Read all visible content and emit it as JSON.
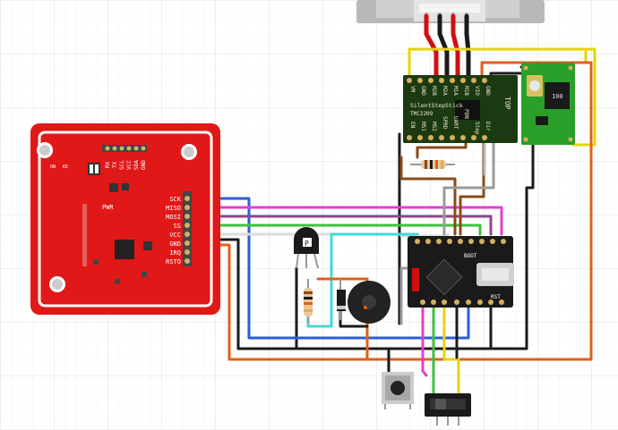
{
  "rfid_module": {
    "pin_labels": [
      "SCK",
      "MISO",
      "MOSI",
      "SS",
      "VCC",
      "GND",
      "IRQ",
      "RSTO"
    ],
    "top_pins": [
      "RX",
      "TX",
      "SCL",
      "VCC",
      "SDA",
      "GND"
    ],
    "pwr_label": "PWR",
    "switch_labels": [
      "ON",
      "KE"
    ]
  },
  "stepper_driver": {
    "top_pins": [
      "VM",
      "GND",
      "M2B",
      "M2A",
      "M1A",
      "M1B",
      "VIO",
      "GND"
    ],
    "name": "SilentStepStick",
    "chip": "TMC2209",
    "brand": "TOP",
    "bottom_pins": [
      "EN",
      "MS1",
      "MS2",
      "SPRD",
      "UART",
      "PDN",
      "Step",
      "Dir"
    ]
  },
  "buck_converter": {
    "label": "100"
  },
  "microcontroller": {
    "boot_label": "BOOT",
    "rst_label": "RST"
  },
  "transistor": {
    "label": "P"
  },
  "wire_colors": {
    "sck": "#2a5fd6",
    "miso": "#e040d0",
    "mosi": "#8b4a8b",
    "ss": "#3ec23e",
    "vcc": "#d8d8d8",
    "gnd": "#1a1a1a",
    "power": "#e0601a",
    "yellow": "#e6d400",
    "cyan": "#44d8d8",
    "brown": "#8a4a1a",
    "grey": "#9a9a9a",
    "red": "#d01010"
  }
}
